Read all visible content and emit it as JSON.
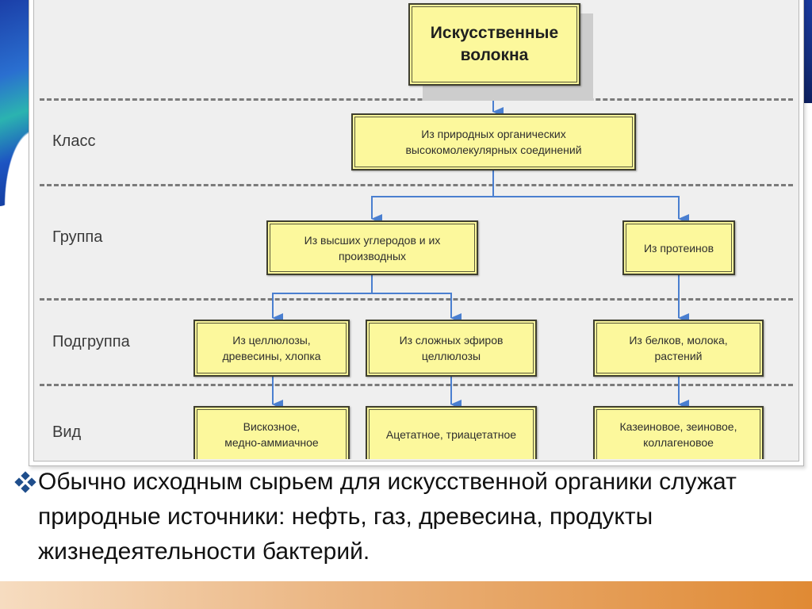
{
  "diagram": {
    "root": {
      "line1": "Искусственные",
      "line2": "волокна"
    },
    "levels": [
      {
        "label": "Класс"
      },
      {
        "label": "Группа"
      },
      {
        "label": "Подгруппа"
      },
      {
        "label": "Вид"
      }
    ],
    "nodes": {
      "class": {
        "line1": "Из природных органических",
        "line2": "высокомолекулярных соединений"
      },
      "group_carbon": {
        "line1": "Из высших углеродов и их",
        "line2": "производных"
      },
      "group_protein": {
        "line1": "Из протеинов",
        "line2": ""
      },
      "sub_cellulose": {
        "line1": "Из целлюлозы,",
        "line2": "древесины, хлопка"
      },
      "sub_esters": {
        "line1": "Из сложных эфиров",
        "line2": "целлюлозы"
      },
      "sub_proteins": {
        "line1": "Из белков, молока,",
        "line2": "растений"
      },
      "kind_viscose": {
        "line1": "Вискозное,",
        "line2": "медно-аммиачное"
      },
      "kind_acetate": {
        "line1": "Ацетатное, триацетатное",
        "line2": ""
      },
      "kind_casein": {
        "line1": "Казеиновое, зеиновое,",
        "line2": "коллагеновое"
      }
    },
    "colors": {
      "node_fill": "#fcf89c",
      "arrow": "#4a7fd0",
      "separator": "#7b7b7b",
      "panel": "#efefef"
    }
  },
  "bullet": {
    "icon": "diamond-cluster-icon",
    "text": "Обычно исходным сырьем для искусственной органики служат природные источники: нефть, газ, древесина, продукты жизнедеятельности бактерий."
  },
  "theme": {
    "bottom_bar_colors": [
      "#f6dcc0",
      "#e08a34"
    ],
    "bullet_icon_color": "#1f4e8c"
  }
}
